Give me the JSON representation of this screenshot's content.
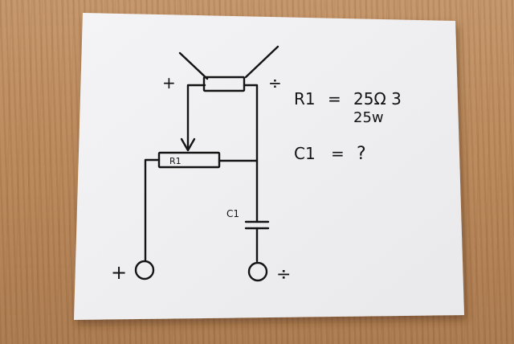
{
  "colors": {
    "paper": "#f3f3f4",
    "ink": "#141414",
    "table": "#b98a5f"
  },
  "diagram": {
    "speaker_plus": "+",
    "speaker_minus": "÷",
    "r1_label": "R1",
    "c1_label": "C1",
    "input_plus": "+",
    "input_minus": "÷"
  },
  "notes": {
    "r1_name": "R1",
    "r1_eq": "=",
    "r1_value": "25Ω 3",
    "r1_power": "25w",
    "c1_name": "C1",
    "c1_eq": "=",
    "c1_value": "?"
  }
}
